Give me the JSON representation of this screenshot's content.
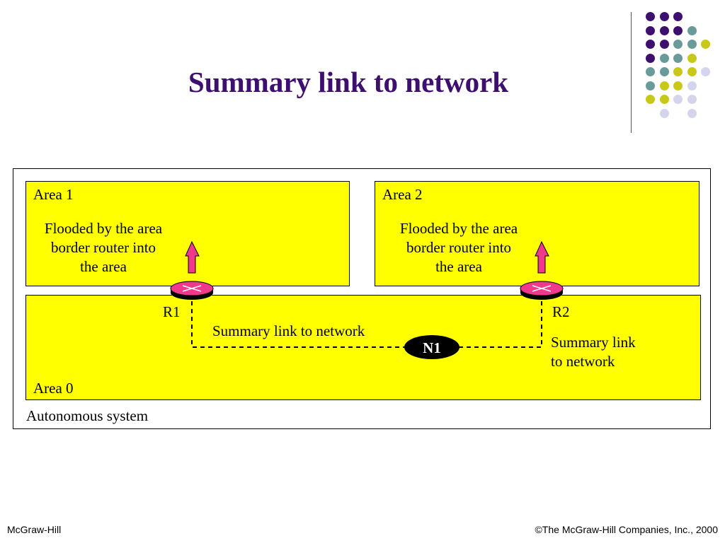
{
  "slide": {
    "title": "Summary link to network",
    "footer_left": "McGraw-Hill",
    "footer_right": "©The McGraw-Hill Companies, Inc., 2000"
  },
  "diagram": {
    "autonomous_system_label": "Autonomous system",
    "area1": {
      "label": "Area 1",
      "flood_text": [
        "Flooded by the area",
        "border router into",
        "the area"
      ]
    },
    "area2": {
      "label": "Area 2",
      "flood_text": [
        "Flooded by the area",
        "border router into",
        "the area"
      ]
    },
    "area0": {
      "label": "Area 0"
    },
    "router1": {
      "label": "R1"
    },
    "router2": {
      "label": "R2"
    },
    "network": {
      "label": "N1"
    },
    "summary_left": "Summary link to network",
    "summary_right": [
      "Summary link",
      "to network"
    ]
  },
  "colors": {
    "title": "#3d0f6e",
    "area_fill": "#ffff00",
    "router": "#f0388c",
    "arrow": "#f0388c",
    "network": "#000000"
  }
}
